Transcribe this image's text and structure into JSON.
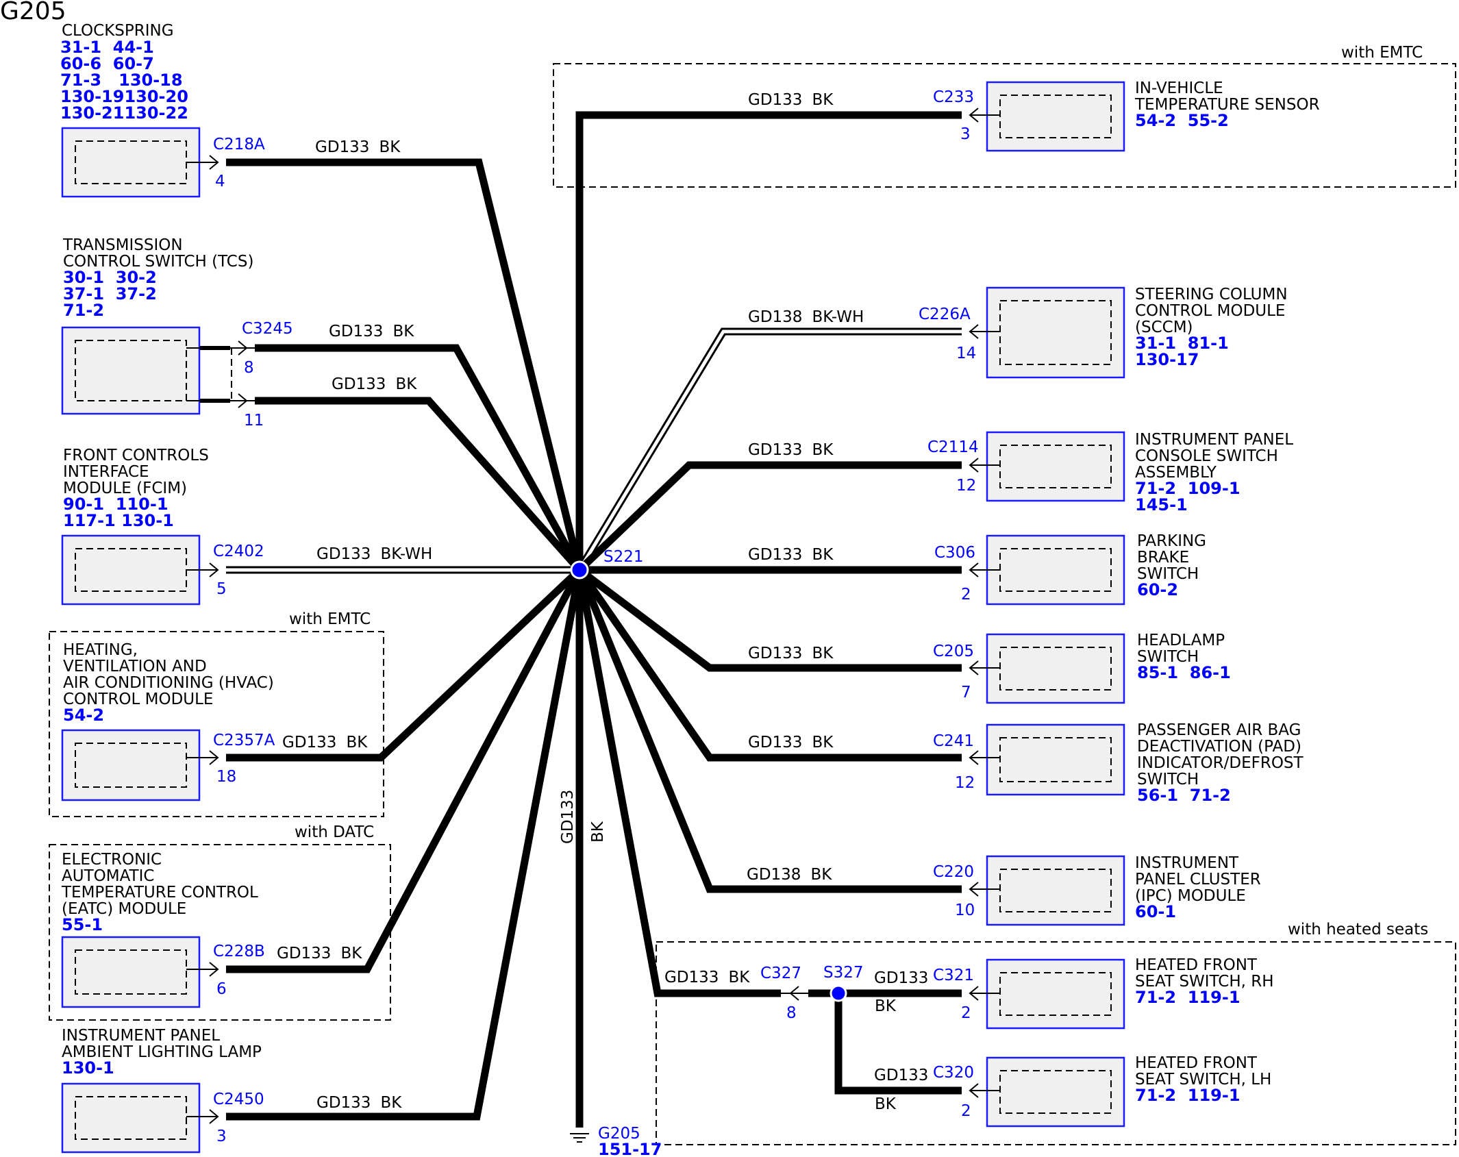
{
  "title": "G205",
  "colors": {
    "component_border": "#1a1aff",
    "reference_text": "#0000ff",
    "conductor": "#000000",
    "splice": "#0000ff"
  },
  "splice_main": "S221",
  "splice_seats": "S327",
  "ground": {
    "connector": "G205",
    "ref": "151-17",
    "vertical_circuit": "GD133",
    "vertical_color": "BK"
  },
  "option_labels": {
    "emtc_right": "with EMTC",
    "emtc_left": "with EMTC",
    "datc": "with DATC",
    "heated_seats": "with heated seats"
  },
  "left_components": [
    {
      "name_lines": [
        "CLOCKSPRING"
      ],
      "refs": [
        "31-1  44-1",
        "60-6  60-7",
        "71-3   130-18",
        "130-19130-20",
        "130-21130-22"
      ],
      "connector": "C218A",
      "pin": "4",
      "circuit": "GD133",
      "color": "BK"
    },
    {
      "name_lines": [
        "TRANSMISSION",
        "CONTROL SWITCH (TCS)"
      ],
      "refs": [
        "30-1  30-2",
        "37-1  37-2",
        "71-2"
      ],
      "connector": "C3245",
      "pin": "8",
      "pin2": "11",
      "circuit": "GD133",
      "color": "BK",
      "circuit2": "GD133",
      "color2": "BK"
    },
    {
      "name_lines": [
        "FRONT CONTROLS",
        "INTERFACE",
        "MODULE (FCIM)"
      ],
      "refs": [
        "90-1  110-1",
        "117-1 130-1"
      ],
      "connector": "C2402",
      "pin": "5",
      "circuit": "GD133",
      "color": "BK-WH"
    },
    {
      "name_lines": [
        "HEATING,",
        "VENTILATION AND",
        "AIR CONDITIONING (HVAC)",
        "CONTROL MODULE"
      ],
      "refs": [
        "54-2"
      ],
      "connector": "C2357A",
      "pin": "18",
      "circuit": "GD133",
      "color": "BK"
    },
    {
      "name_lines": [
        "ELECTRONIC",
        "AUTOMATIC",
        "TEMPERATURE CONTROL",
        "(EATC) MODULE"
      ],
      "refs": [
        "55-1"
      ],
      "connector": "C228B",
      "pin": "6",
      "circuit": "GD133",
      "color": "BK"
    },
    {
      "name_lines": [
        "INSTRUMENT PANEL",
        "AMBIENT LIGHTING LAMP"
      ],
      "refs": [
        "130-1"
      ],
      "connector": "C2450",
      "pin": "3",
      "circuit": "GD133",
      "color": "BK"
    }
  ],
  "right_components": [
    {
      "name_lines": [
        "IN-VEHICLE",
        "TEMPERATURE SENSOR"
      ],
      "refs": [
        "54-2  55-2"
      ],
      "connector": "C233",
      "pin": "3",
      "circuit": "GD133",
      "color": "BK"
    },
    {
      "name_lines": [
        "STEERING COLUMN",
        "CONTROL MODULE",
        "(SCCM)"
      ],
      "refs": [
        "31-1  81-1",
        "130-17"
      ],
      "connector": "C226A",
      "pin": "14",
      "circuit": "GD138",
      "color": "BK-WH"
    },
    {
      "name_lines": [
        "INSTRUMENT PANEL",
        "CONSOLE SWITCH",
        "ASSEMBLY"
      ],
      "refs": [
        "71-2  109-1",
        "145-1"
      ],
      "connector": "C2114",
      "pin": "12",
      "circuit": "GD133",
      "color": "BK"
    },
    {
      "name_lines": [
        "PARKING",
        "BRAKE",
        "SWITCH"
      ],
      "refs": [
        "60-2"
      ],
      "connector": "C306",
      "pin": "2",
      "circuit": "GD133",
      "color": "BK"
    },
    {
      "name_lines": [
        "HEADLAMP",
        "SWITCH"
      ],
      "refs": [
        "85-1  86-1"
      ],
      "connector": "C205",
      "pin": "7",
      "circuit": "GD133",
      "color": "BK"
    },
    {
      "name_lines": [
        "PASSENGER AIR BAG",
        "DEACTIVATION (PAD)",
        "INDICATOR/DEFROST",
        "SWITCH"
      ],
      "refs": [
        "56-1  71-2"
      ],
      "connector": "C241",
      "pin": "12",
      "circuit": "GD133",
      "color": "BK"
    },
    {
      "name_lines": [
        "INSTRUMENT",
        "PANEL CLUSTER",
        "(IPC) MODULE"
      ],
      "refs": [
        "60-1"
      ],
      "connector": "C220",
      "pin": "10",
      "circuit": "GD138",
      "color": "BK"
    },
    {
      "name_lines": [
        "HEATED FRONT",
        "SEAT SWITCH, RH"
      ],
      "refs": [
        "71-2  119-1"
      ],
      "connector": "C321",
      "pin": "2",
      "circuit": "GD133",
      "color": "BK"
    },
    {
      "name_lines": [
        "HEATED FRONT",
        "SEAT SWITCH, LH"
      ],
      "refs": [
        "71-2  119-1"
      ],
      "connector": "C320",
      "pin": "2",
      "circuit": "GD133",
      "color": "BK"
    }
  ],
  "seat_inline": {
    "connector": "C327",
    "pin": "8",
    "circuit": "GD133",
    "color": "BK"
  }
}
